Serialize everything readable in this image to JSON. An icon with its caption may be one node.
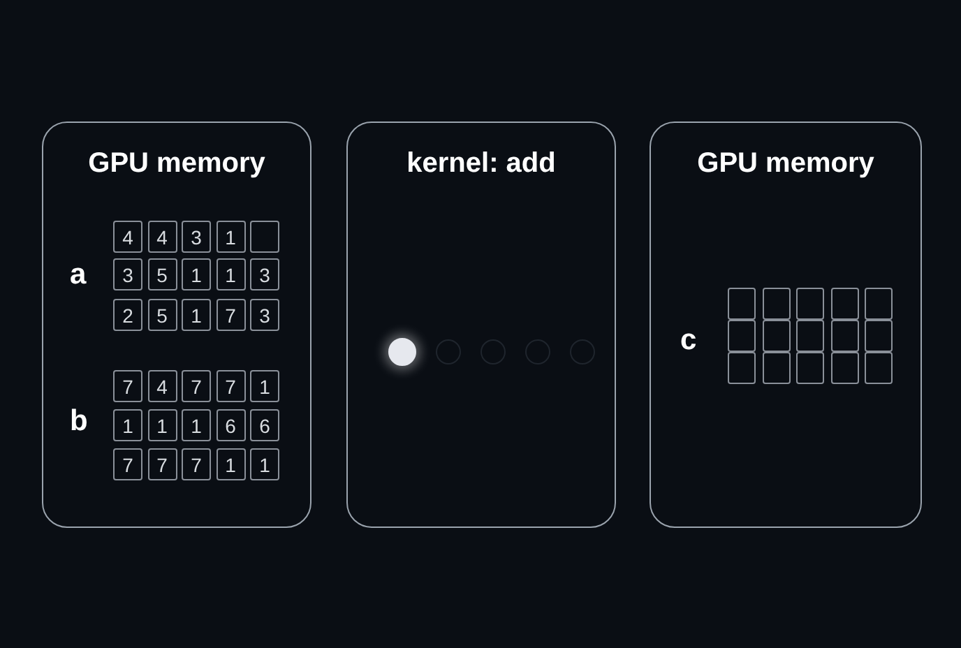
{
  "diagram": {
    "nodes": [
      {
        "text": [
          "GPU memory"
        ]
      },
      {
        "text": [
          "4"
        ],
        "in": 0
      },
      {
        "text": [
          "4"
        ],
        "in": 0
      },
      {
        "text": [
          "3"
        ],
        "in": 0
      },
      {
        "text": [
          "1"
        ],
        "in": 0
      },
      {
        "text": [],
        "shape": "box",
        "in": 0
      },
      {
        "text": [
          "3"
        ],
        "in": 0
      },
      {
        "text": [
          "5"
        ],
        "in": 0
      },
      {
        "text": [
          "1"
        ],
        "in": 0
      },
      {
        "text": [
          "1"
        ],
        "in": 0
      },
      {
        "text": [
          "3"
        ],
        "in": 0
      },
      {
        "text": [
          "2"
        ],
        "in": 0
      },
      {
        "text": [
          "5"
        ],
        "in": 0
      },
      {
        "text": [
          "1"
        ],
        "in": 0
      },
      {
        "text": [
          "7"
        ],
        "in": 0
      },
      {
        "text": [
          "3"
        ],
        "in": 0
      },
      {
        "text": [
          "7"
        ],
        "in": 0
      },
      {
        "text": [
          "4"
        ],
        "in": 0
      },
      {
        "text": [
          "7"
        ],
        "in": 0
      },
      {
        "text": [
          "7"
        ],
        "in": 0
      },
      {
        "text": [
          "1"
        ],
        "in": 0
      },
      {
        "text": [
          "1"
        ],
        "in": 0
      },
      {
        "text": [
          "1"
        ],
        "in": 0
      },
      {
        "text": [
          "1"
        ],
        "in": 0
      },
      {
        "text": [
          "6"
        ],
        "in": 0
      },
      {
        "text": [
          "6"
        ],
        "in": 0
      },
      {
        "text": [
          "7"
        ],
        "in": 0
      },
      {
        "text": [
          "7"
        ],
        "in": 0
      },
      {
        "text": [
          "7"
        ],
        "in": 0
      },
      {
        "text": [
          "1"
        ],
        "in": 0
      },
      {
        "text": [
          "1"
        ],
        "in": 0
      },
      {
        "text": [
          "kernel: add"
        ]
      },
      {
        "text": [],
        "shape": "circle",
        "in": 31
      },
      {
        "text": [],
        "shape": "circle",
        "in": 31
      },
      {
        "text": [],
        "shape": "circle",
        "in": 31
      },
      {
        "text": [],
        "shape": "circle",
        "in": 31
      },
      {
        "text": [],
        "shape": "circle",
        "in": 31
      },
      {
        "text": [
          "GPU memory"
        ]
      },
      {
        "text": [],
        "shape": "box",
        "in": 37
      },
      {
        "text": [],
        "shape": "box",
        "in": 37
      },
      {
        "text": [],
        "shape": "box",
        "in": 37
      },
      {
        "text": [],
        "shape": "box",
        "in": 37
      },
      {
        "text": [],
        "shape": "box",
        "in": 37
      },
      {
        "text": [],
        "shape": "box",
        "in": 37
      },
      {
        "text": [],
        "shape": "box",
        "in": 37
      },
      {
        "text": [],
        "shape": "box",
        "in": 37
      },
      {
        "text": [],
        "shape": "box",
        "in": 37
      },
      {
        "text": [],
        "shape": "box",
        "in": 37
      },
      {
        "text": [],
        "shape": "box",
        "in": 37
      },
      {
        "text": [],
        "shape": "box",
        "in": 37
      },
      {
        "text": [],
        "shape": "box",
        "in": 37
      },
      {
        "text": [],
        "shape": "box",
        "in": 37
      },
      {
        "text": [],
        "shape": "box",
        "in": 37
      }
    ],
    "edges": [],
    "labels": [
      "a",
      "b",
      "c"
    ]
  }
}
